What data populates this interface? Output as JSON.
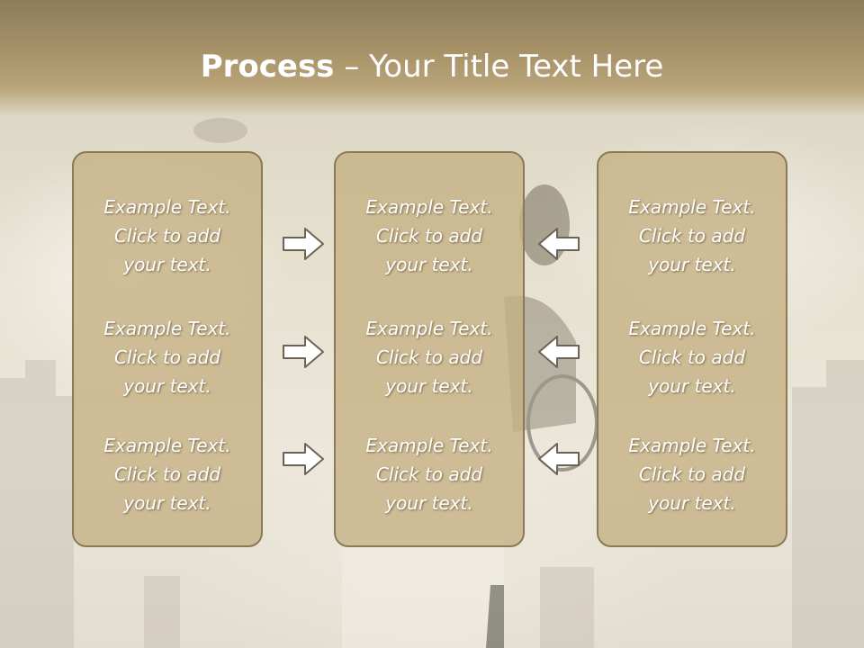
{
  "slide": {
    "title_bold": "Process",
    "title_rest": " – Your Title Text Here"
  },
  "columns": [
    {
      "items": [
        {
          "line1": "Example Text.",
          "line2": "Click  to add",
          "line3": "your text."
        },
        {
          "line1": "Example Text.",
          "line2": "Click  to add",
          "line3": "your text."
        },
        {
          "line1": "Example Text.",
          "line2": "Click  to add",
          "line3": "your text."
        }
      ]
    },
    {
      "items": [
        {
          "line1": "Example Text.",
          "line2": "Click  to add",
          "line3": "your text."
        },
        {
          "line1": "Example Text.",
          "line2": "Click  to add",
          "line3": "your text."
        },
        {
          "line1": "Example Text.",
          "line2": "Click  to add",
          "line3": "your text."
        }
      ]
    },
    {
      "items": [
        {
          "line1": "Example Text.",
          "line2": "Click  to add",
          "line3": "your text."
        },
        {
          "line1": "Example Text.",
          "line2": "Click  to add",
          "line3": "your text."
        },
        {
          "line1": "Example Text.",
          "line2": "Click  to add",
          "line3": "your text."
        }
      ]
    }
  ],
  "arrows": {
    "left_group": "right-arrow-icon",
    "right_group": "left-arrow-icon"
  },
  "colors": {
    "header": "#a89268",
    "panel_fill": "#c4b082",
    "panel_border": "#8a7a56",
    "text": "#ffffff"
  }
}
